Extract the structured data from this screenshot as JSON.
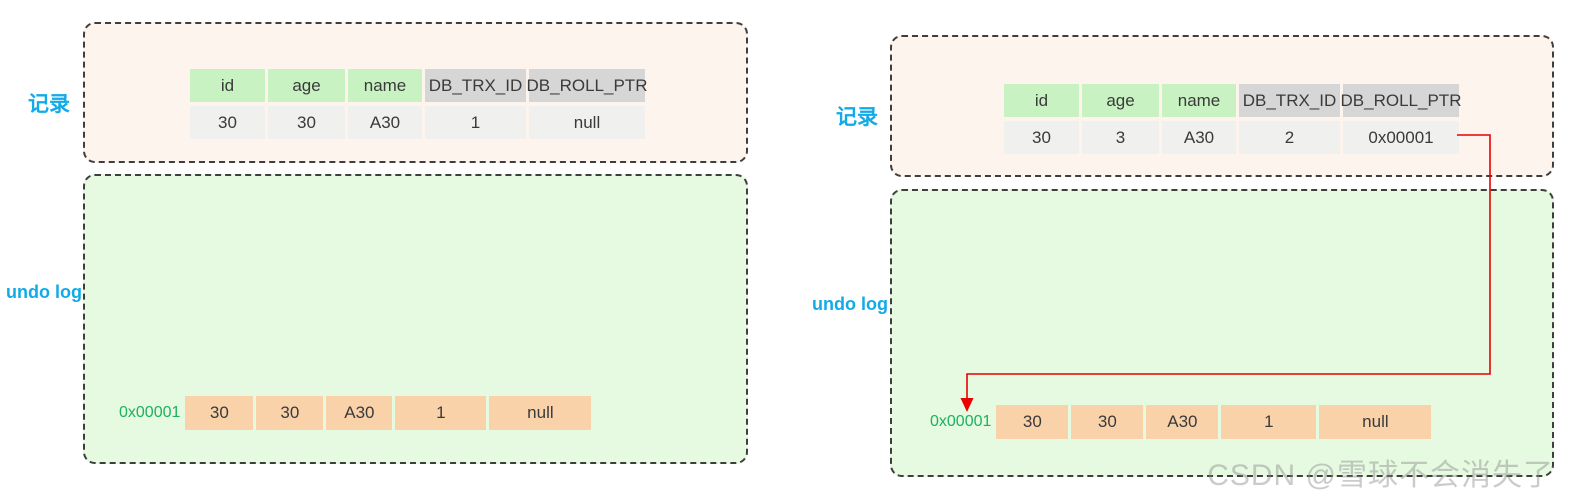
{
  "watermark": {
    "text": "CSDN @雪球不会消失了"
  },
  "colors": {
    "accent_cyan": "#12aae8",
    "record_box_bg": "#fdf4ed",
    "undo_box_bg": "#e6f9e1",
    "header_green": "#c9f2c3",
    "header_gray": "#d6d6d6",
    "row_gray": "#f0f0ef",
    "undo_cell_orange": "#f9d2aa",
    "pointer_red": "#ea0000",
    "addr_green": "#1db25e",
    "dash_border": "#3e3e3e"
  },
  "panels": [
    {
      "record_label": "记录",
      "undo_label": "undo log",
      "record_table": {
        "headers": [
          "id",
          "age",
          "name",
          "DB_TRX_ID",
          "DB_ROLL_PTR"
        ],
        "row": [
          "30",
          "30",
          "A30",
          "1",
          "null"
        ]
      },
      "undo_row": {
        "addr": "0x00001",
        "cells": [
          "30",
          "30",
          "A30",
          "1",
          "null"
        ]
      }
    },
    {
      "record_label": "记录",
      "undo_label": "undo log",
      "record_table": {
        "headers": [
          "id",
          "age",
          "name",
          "DB_TRX_ID",
          "DB_ROLL_PTR"
        ],
        "row": [
          "30",
          "3",
          "A30",
          "2",
          "0x00001"
        ]
      },
      "undo_row": {
        "addr": "0x00001",
        "cells": [
          "30",
          "30",
          "A30",
          "1",
          "null"
        ]
      }
    }
  ]
}
